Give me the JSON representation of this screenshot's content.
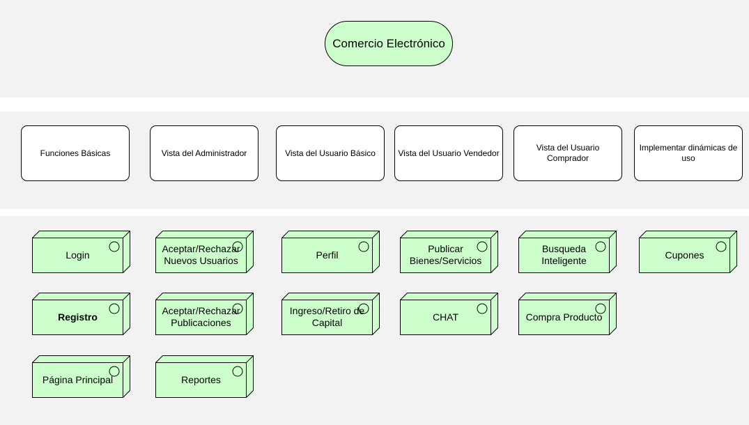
{
  "root": {
    "label": "Comercio Electrónico"
  },
  "categories": [
    {
      "id": "funciones-basicas",
      "label": "Funciones Básicas"
    },
    {
      "id": "vista-administrador",
      "label": "Vista del Administrador"
    },
    {
      "id": "vista-usuario-basico",
      "label": "Vista del Usuario Básico"
    },
    {
      "id": "vista-usuario-vendedor",
      "label": "Vista del Usuario Vendedor"
    },
    {
      "id": "vista-usuario-comprador",
      "label": "Vista del Usuario Comprador"
    },
    {
      "id": "dinamicas-de-uso",
      "label": "Implementar dinámicas de uso"
    }
  ],
  "columns": [
    {
      "items": [
        "Login",
        "Registro",
        "Página Principal"
      ]
    },
    {
      "items": [
        "Aceptar/Rechazar Nuevos Usuarios",
        "Aceptar/Rechazar Publicaciones",
        "Reportes"
      ]
    },
    {
      "items": [
        "Perfil",
        "Ingreso/Retiro de Capital"
      ]
    },
    {
      "items": [
        "Publicar Bienes/Servicios",
        "CHAT"
      ]
    },
    {
      "items": [
        "Busqueda Inteligente",
        "Compra Producto"
      ]
    },
    {
      "items": [
        "Cupones"
      ]
    }
  ],
  "colors": {
    "node_fill": "#ccffcc",
    "band_fill": "#f2f2f2",
    "stroke": "#000000"
  },
  "icons": {
    "node_shape": "3d-box-icon",
    "node_marker": "circle-icon"
  }
}
